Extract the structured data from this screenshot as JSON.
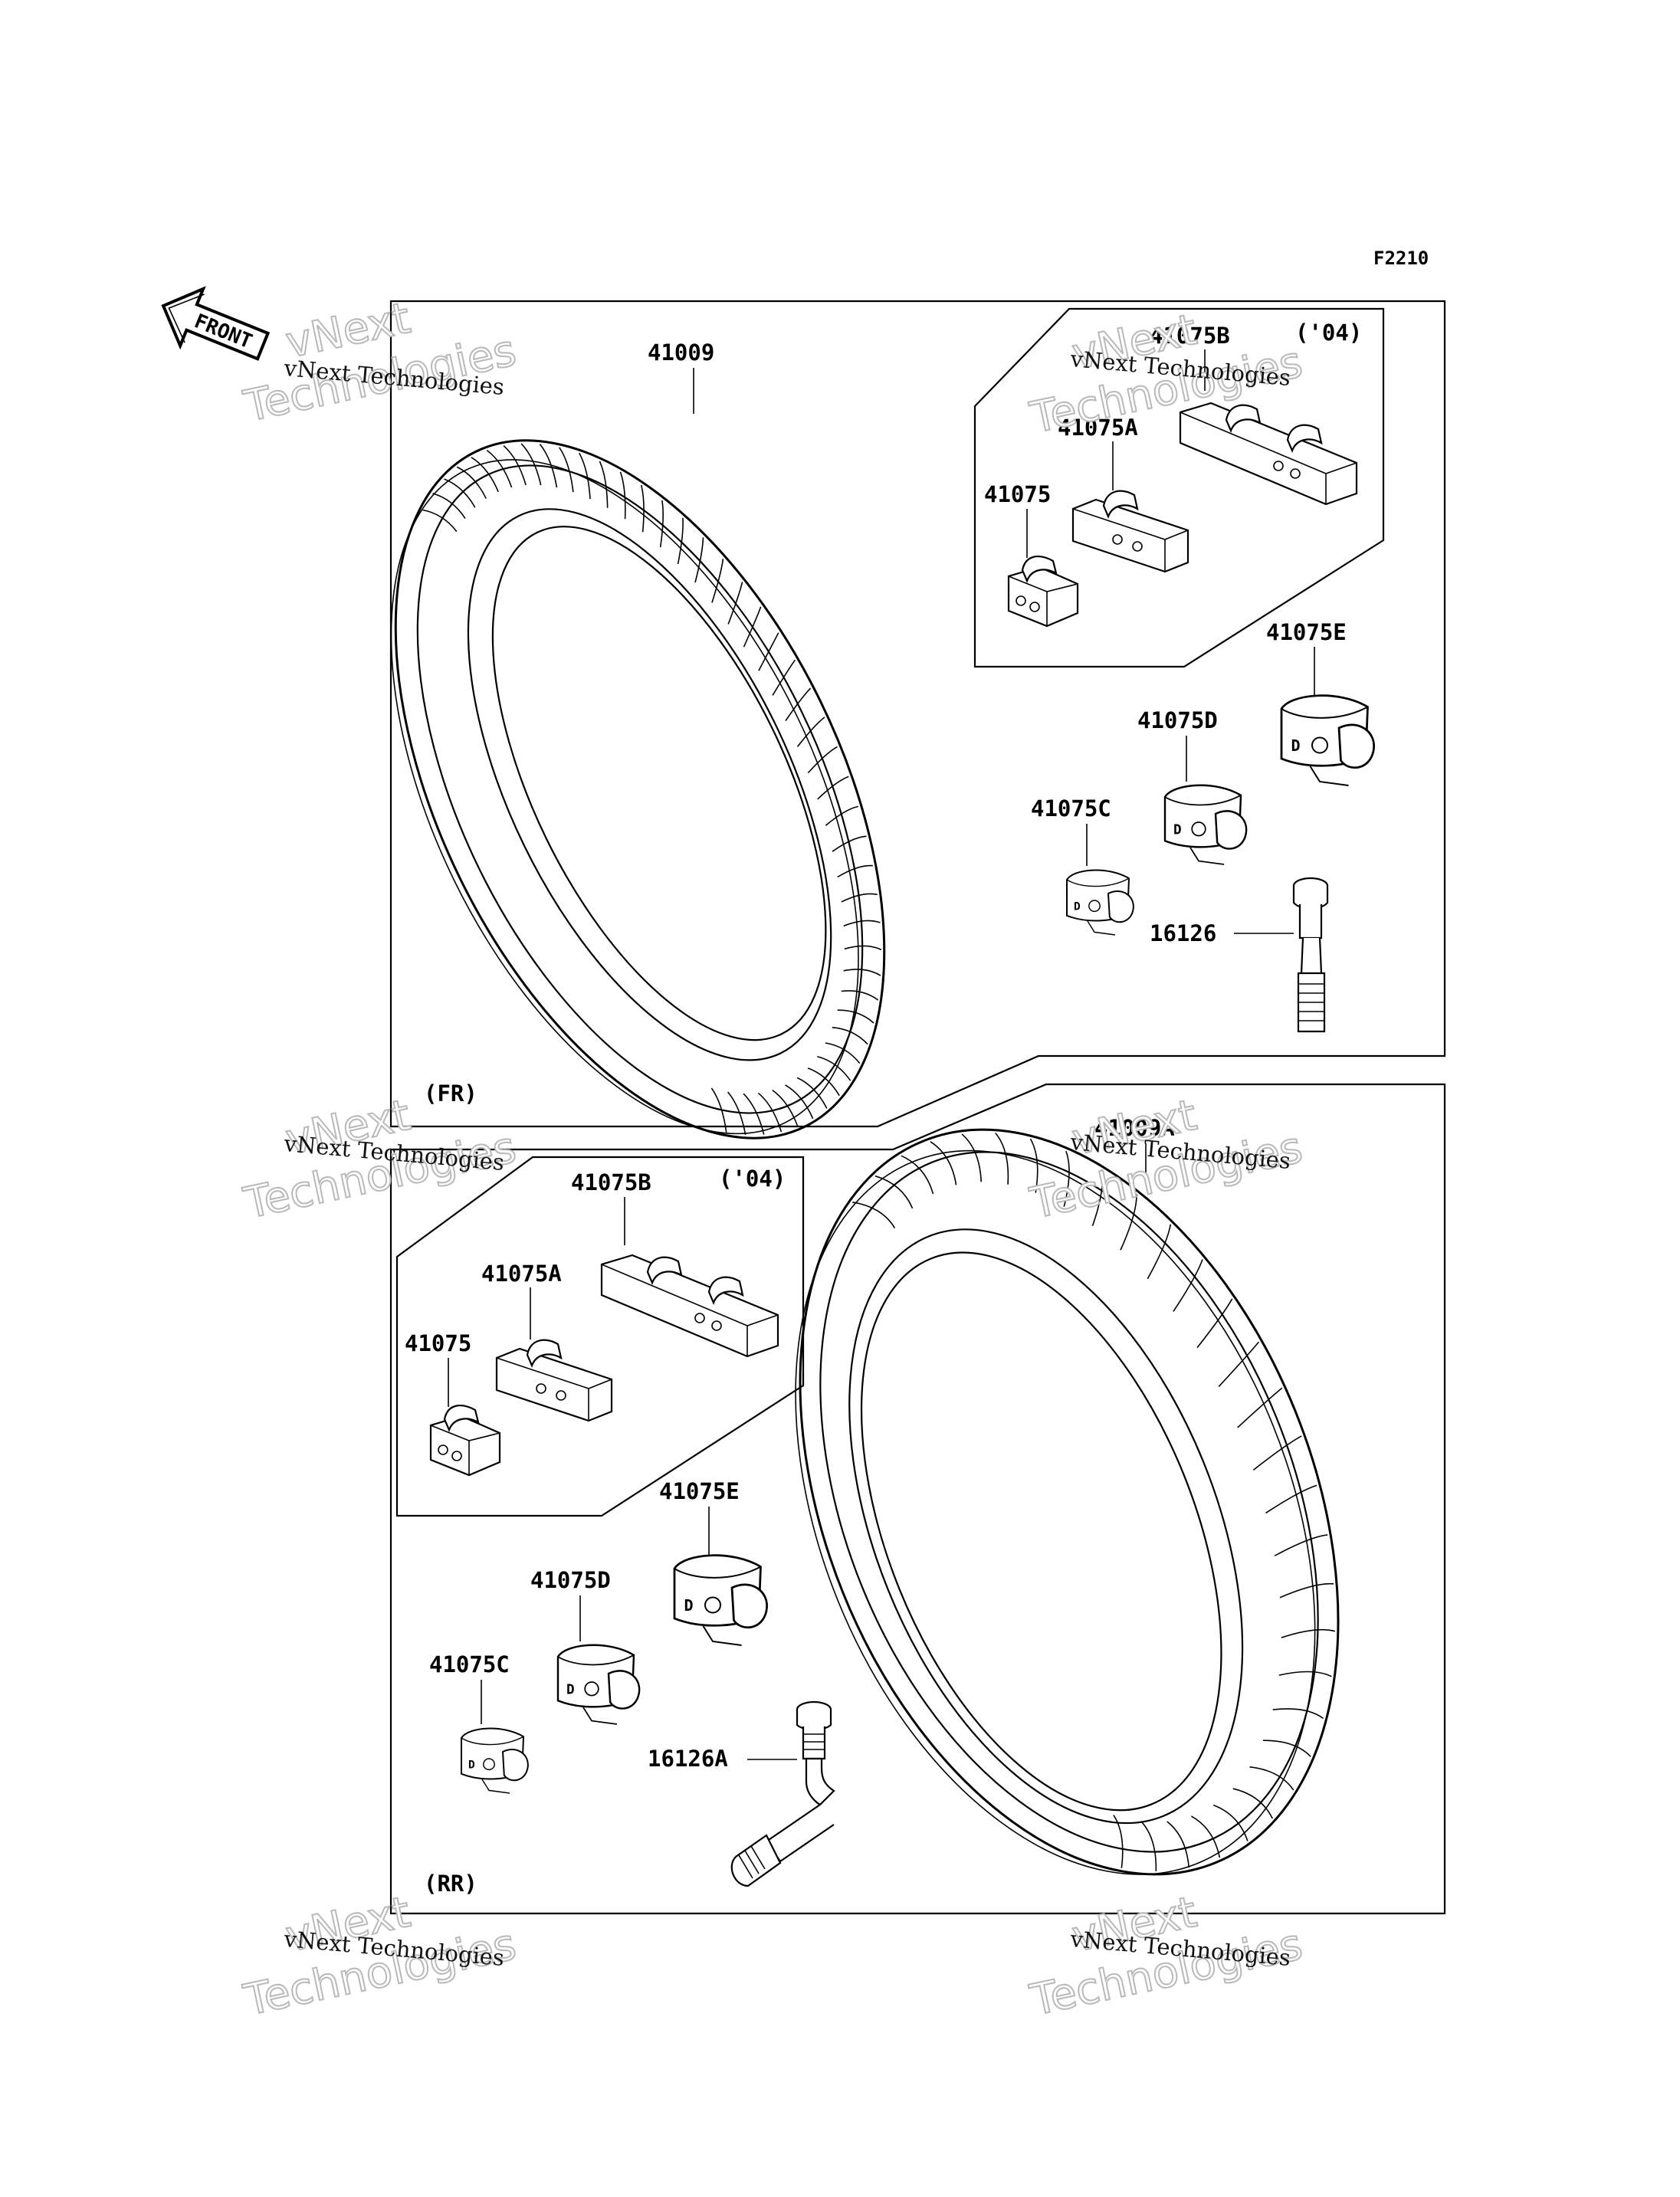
{
  "figure_id": "F2210",
  "front_arrow_text": "FRONT",
  "front_section": {
    "label": "(FR)",
    "tire_part": "41009",
    "weights_group_note": "('04)",
    "weights": [
      "41075B",
      "41075A",
      "41075",
      "41075E",
      "41075D",
      "41075C"
    ],
    "valve_part": "16126"
  },
  "rear_section": {
    "label": "(RR)",
    "tire_part": "41009A",
    "weights_group_note": "('04)",
    "weights": [
      "41075B",
      "41075A",
      "41075",
      "41075E",
      "41075D",
      "41075C"
    ],
    "valve_part": "16126A"
  },
  "watermark": {
    "line1": "vNext Technologies",
    "line2": "vNext",
    "line3": "Technologies"
  }
}
